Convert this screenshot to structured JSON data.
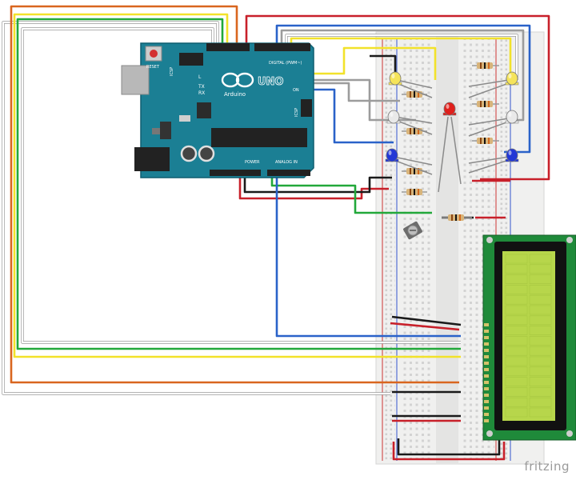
{
  "arduino": {
    "brand": "Arduino",
    "model": "UNO",
    "reset_label": "RESET",
    "icsp_label": "ICSP",
    "icsp2_label": "ICSP",
    "on_label": "ON",
    "l_label": "L",
    "tx_label": "TX",
    "rx_label": "RX",
    "power_label": "POWER",
    "analog_label": "ANALOG IN",
    "digital_label": "DIGITAL (PWM~)",
    "colors": {
      "board": "#1b7f94",
      "board_dark": "#0f5e70",
      "header": "#222222"
    }
  },
  "leds": [
    {
      "name": "yellow-led-left",
      "color": "#f5e45a"
    },
    {
      "name": "white-led-left",
      "color": "#e9e9e9"
    },
    {
      "name": "blue-led-left",
      "color": "#2338d6"
    },
    {
      "name": "red-led",
      "color": "#e0201c"
    },
    {
      "name": "yellow-led-right",
      "color": "#f5e45a"
    },
    {
      "name": "white-led-right",
      "color": "#e9e9e9"
    },
    {
      "name": "blue-led-right",
      "color": "#2338d6"
    }
  ],
  "lcd": {
    "screen_color": "#b7d64b",
    "pcb_color": "#1f8a3a"
  },
  "wire_colors": {
    "red": "#c8202a",
    "orange": "#d9661f",
    "yellow": "#f2e22a",
    "green": "#22a83a",
    "blue": "#2a62c9",
    "white": "#ffffff",
    "black": "#1a1a1a",
    "gray": "#9c9c9c"
  },
  "watermark": "fritzing"
}
